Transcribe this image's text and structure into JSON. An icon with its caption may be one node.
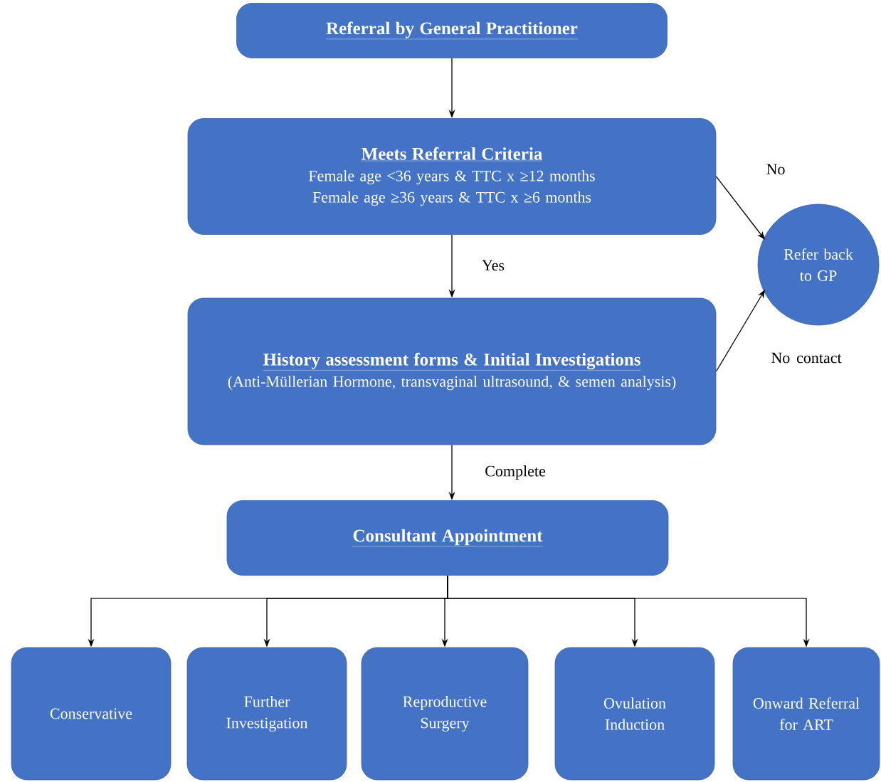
{
  "diagram": {
    "nodes": [
      {
        "text": [
          "Referral by General Practitioner"
        ]
      },
      {
        "text": [
          "Meets Referral Criteria",
          "Female age <36 years & TTC x ≥12 months",
          "Female age ≥36 years & TTC x ≥6 months"
        ]
      },
      {
        "text": [
          "History assessment forms & Initial Investigations",
          "(Anti-Müllerian Hormone, transvaginal ultrasound, & semen analysis)"
        ]
      },
      {
        "text": [
          "Consultant Appointment"
        ]
      },
      {
        "text": [
          "Refer back to GP"
        ]
      },
      {
        "text": [
          "Conservative"
        ]
      },
      {
        "text": [
          "Further Investigation"
        ]
      },
      {
        "text": [
          "Reproductive Surgery"
        ]
      },
      {
        "text": [
          "Ovulation Induction"
        ]
      },
      {
        "text": [
          "Onward Referral for ART"
        ]
      }
    ],
    "edges": [
      {
        "from": 0,
        "to": 1,
        "arrow": "to"
      },
      {
        "from": 1,
        "to": 2,
        "arrow": "to",
        "label": "Yes"
      },
      {
        "from": 1,
        "to": 4,
        "arrow": "to",
        "label": "No"
      },
      {
        "from": 2,
        "to": 4,
        "arrow": "to",
        "label": "No contact"
      },
      {
        "from": 2,
        "to": 3,
        "arrow": "to",
        "label": "Complete"
      },
      {
        "from": 3,
        "to": 5,
        "arrow": "to"
      },
      {
        "from": 3,
        "to": 6,
        "arrow": "to"
      },
      {
        "from": 3,
        "to": 7,
        "arrow": "to"
      },
      {
        "from": 3,
        "to": 8,
        "arrow": "to"
      },
      {
        "from": 3,
        "to": 9,
        "arrow": "to"
      }
    ]
  }
}
